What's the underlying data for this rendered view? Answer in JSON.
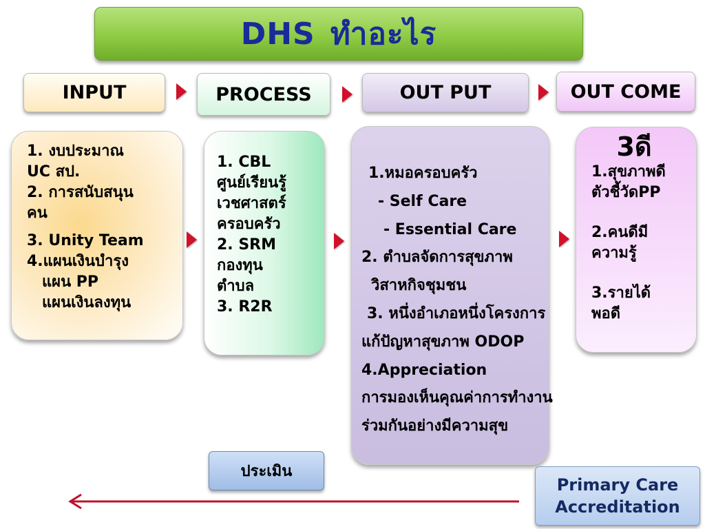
{
  "title": {
    "part1": "DHS",
    "part2": "ทำอะไร"
  },
  "headers": {
    "input": "INPUT",
    "process": "PROCESS",
    "output": "OUT PUT",
    "outcome": "OUT COME"
  },
  "input_items": [
    "1. งบประมาณ",
    "UC  สป.",
    "2. การสนับสนุน",
    "คน",
    "3. Unity Team",
    "4.แผนเงินบำรุง",
    "แผน PP",
    "แผนเงินลงทุน"
  ],
  "process_items": [
    "1. CBL",
    "ศูนย์เรียนรู้",
    "เวชศาสตร์",
    "ครอบครัว",
    "2. SRM",
    "กองทุน",
    "ตำบล",
    "3. R2R"
  ],
  "output_items": [
    "1.หมอครอบครัว",
    "- Self Care",
    "- Essential Care",
    "2. ตำบลจัดการสุขภาพ",
    "วิสาหกิจชุมชน",
    "3. หนึ่งอำเภอหนึ่งโครงการ",
    "แก้ปัญหาสุขภาพ ODOP",
    "4.Appreciation",
    "การมองเห็นคุณค่าการทำงาน",
    "ร่วมกันอย่างมีความสุข"
  ],
  "outcome": {
    "title": "3ดี",
    "items": [
      "1.สุขภาพดี",
      "ตัวชี้วัดPP",
      "2.คนดีมี",
      "ความรู้",
      "3.รายได้",
      "พอดี"
    ]
  },
  "evaluate_label": "ประเมิน",
  "primary_care": {
    "line1": "Primary Care",
    "line2": "Accreditation"
  },
  "colors": {
    "title_text": "#1a2a9a",
    "arrow": "#d1102a",
    "feedback_arrow": "#c0102a"
  }
}
